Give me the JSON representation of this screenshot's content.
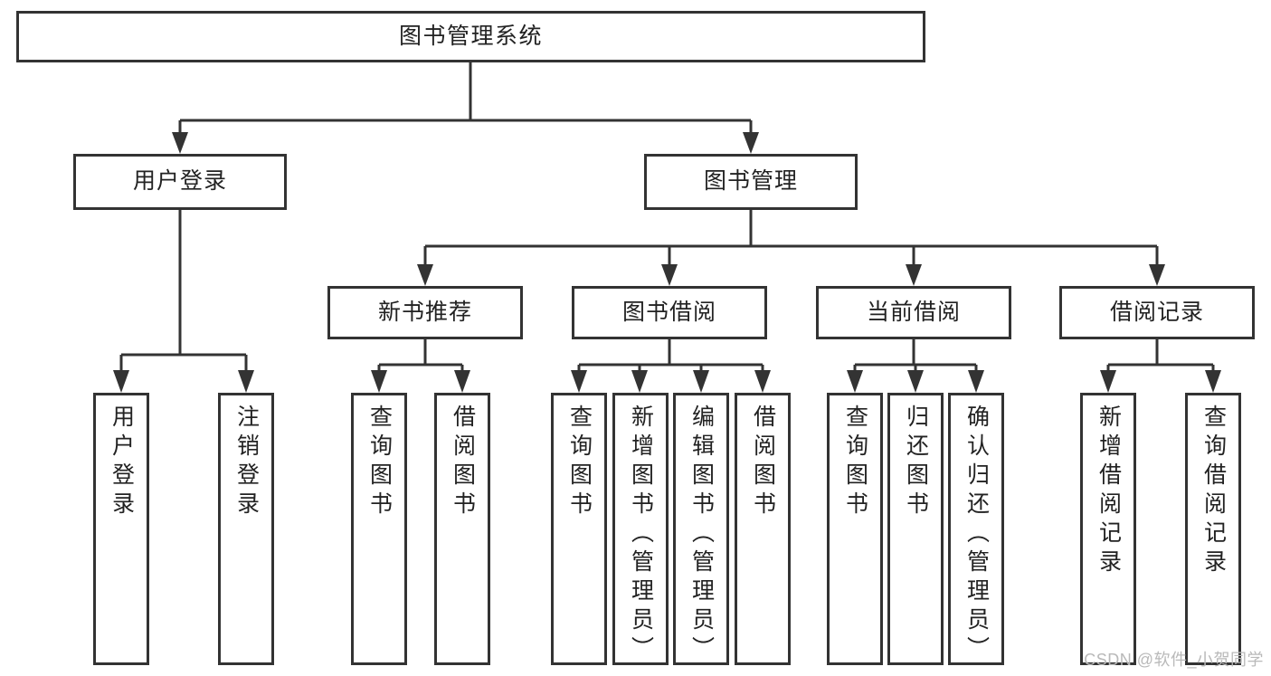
{
  "diagram": {
    "title": "图书管理系统",
    "type": "tree-hierarchy-diagram",
    "watermark": "CSDN @软件_小贺同学",
    "colors": {
      "stroke": "#333333",
      "fill": "#ffffff",
      "text": "#222222",
      "watermark": "#b9b9b9"
    }
  },
  "nodes": {
    "root": {
      "label": "图书管理系统"
    },
    "level2": [
      {
        "label": "用户登录"
      },
      {
        "label": "图书管理"
      }
    ],
    "level3": [
      {
        "label": "新书推荐"
      },
      {
        "label": "图书借阅"
      },
      {
        "label": "当前借阅"
      },
      {
        "label": "借阅记录"
      }
    ],
    "leaves_user_login": [
      {
        "label": "用户登录"
      },
      {
        "label": "注销登录"
      }
    ],
    "leaves_new_book": [
      {
        "label": "查询图书"
      },
      {
        "label": "借阅图书"
      }
    ],
    "leaves_borrow": [
      {
        "label": "查询图书"
      },
      {
        "label": "新增图书（管理员）"
      },
      {
        "label": "编辑图书（管理员）"
      },
      {
        "label": "借阅图书"
      }
    ],
    "leaves_current": [
      {
        "label": "查询图书"
      },
      {
        "label": "归还图书"
      },
      {
        "label": "确认归还（管理员）"
      }
    ],
    "leaves_records": [
      {
        "label": "新增借阅记录"
      },
      {
        "label": "查询借阅记录"
      }
    ]
  }
}
